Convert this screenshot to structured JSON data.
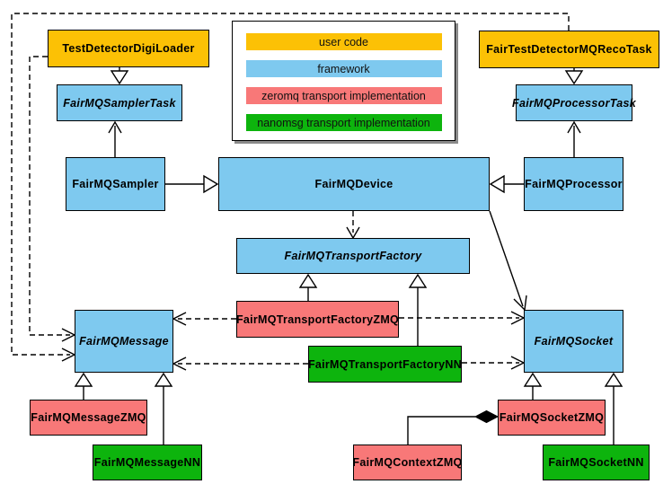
{
  "colors": {
    "user_code": "#FCC105",
    "framework": "#7EC9EF",
    "zeromq": "#F87878",
    "nanomsg": "#0DB40D"
  },
  "legend": {
    "items": [
      {
        "label": "user code",
        "color": "#FCC105"
      },
      {
        "label": "framework",
        "color": "#7EC9EF"
      },
      {
        "label": "zeromq transport implementation",
        "color": "#F87878"
      },
      {
        "label": "nanomsg transport implementation",
        "color": "#0DB40D"
      }
    ]
  },
  "nodes": {
    "digiLoader": {
      "label": "TestDetectorDigiLoader"
    },
    "samplerTask": {
      "label": "FairMQSamplerTask"
    },
    "sampler": {
      "label": "FairMQSampler"
    },
    "device": {
      "label": "FairMQDevice"
    },
    "recoTask": {
      "label": "FairTestDetectorMQRecoTask"
    },
    "processorTask": {
      "label": "FairMQProcessorTask"
    },
    "processor": {
      "label": "FairMQProcessor"
    },
    "transportFactory": {
      "label": "FairMQTransportFactory"
    },
    "transportFactoryZMQ": {
      "label": "FairMQTransportFactoryZMQ"
    },
    "transportFactoryNN": {
      "label": "FairMQTransportFactoryNN"
    },
    "message": {
      "label": "FairMQMessage"
    },
    "messageZMQ": {
      "label": "FairMQMessageZMQ"
    },
    "messageNN": {
      "label": "FairMQMessageNN"
    },
    "socket": {
      "label": "FairMQSocket"
    },
    "socketZMQ": {
      "label": "FairMQSocketZMQ"
    },
    "contextZMQ": {
      "label": "FairMQContextZMQ"
    },
    "socketNN": {
      "label": "FairMQSocketNN"
    }
  },
  "relations": [
    "TestDetectorDigiLoader --|> FairMQSamplerTask",
    "FairTestDetectorMQRecoTask --|> FairMQProcessorTask",
    "FairMQSampler -> FairMQSamplerTask",
    "FairMQProcessor -> FairMQProcessorTask",
    "FairMQSampler --|> FairMQDevice",
    "FairMQProcessor --|> FairMQDevice",
    "FairMQDevice ..> FairMQTransportFactory",
    "FairMQDevice -> FairMQSocket",
    "FairMQTransportFactoryZMQ --|> FairMQTransportFactory",
    "FairMQTransportFactoryNN --|> FairMQTransportFactory",
    "FairMQTransportFactoryZMQ ..> FairMQMessage",
    "FairMQTransportFactoryZMQ ..> FairMQSocket",
    "FairMQTransportFactoryNN ..> FairMQMessage",
    "FairMQTransportFactoryNN ..> FairMQSocket",
    "TestDetectorDigiLoader ..> FairMQMessage",
    "FairTestDetectorMQRecoTask ..> FairMQMessage",
    "FairMQMessageZMQ --|> FairMQMessage",
    "FairMQMessageNN --|> FairMQMessage",
    "FairMQSocketZMQ --|> FairMQSocket",
    "FairMQSocketNN --|> FairMQSocket",
    "FairMQSocketZMQ *- FairMQContextZMQ"
  ]
}
